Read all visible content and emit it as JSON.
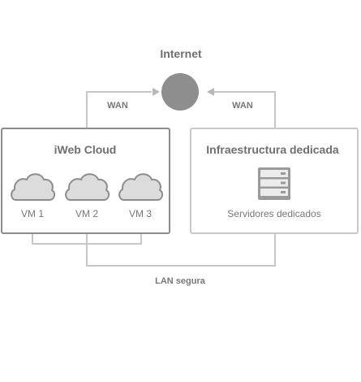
{
  "internet": {
    "label": "Internet"
  },
  "wan_left": {
    "label": "WAN"
  },
  "wan_right": {
    "label": "WAN"
  },
  "cloud_box": {
    "title": "iWeb Cloud",
    "vms": [
      {
        "label": "VM 1",
        "icon": "cloud-icon"
      },
      {
        "label": "VM 2",
        "icon": "cloud-icon"
      },
      {
        "label": "VM 3",
        "icon": "cloud-icon"
      }
    ]
  },
  "dedicated_box": {
    "title": "Infraestructura dedicada",
    "server_label": "Servidores dedicados",
    "icon": "server-rack-icon"
  },
  "lan": {
    "label": "LAN segura"
  },
  "colors": {
    "cloud_border": "#8c8c8c",
    "dedicated_border": "#c9c9c9",
    "connector": "#c7c7c7",
    "internet_fill": "#8e8e8e",
    "cloud_fill": "#dcdcdc",
    "text": "#6a6a6a"
  }
}
